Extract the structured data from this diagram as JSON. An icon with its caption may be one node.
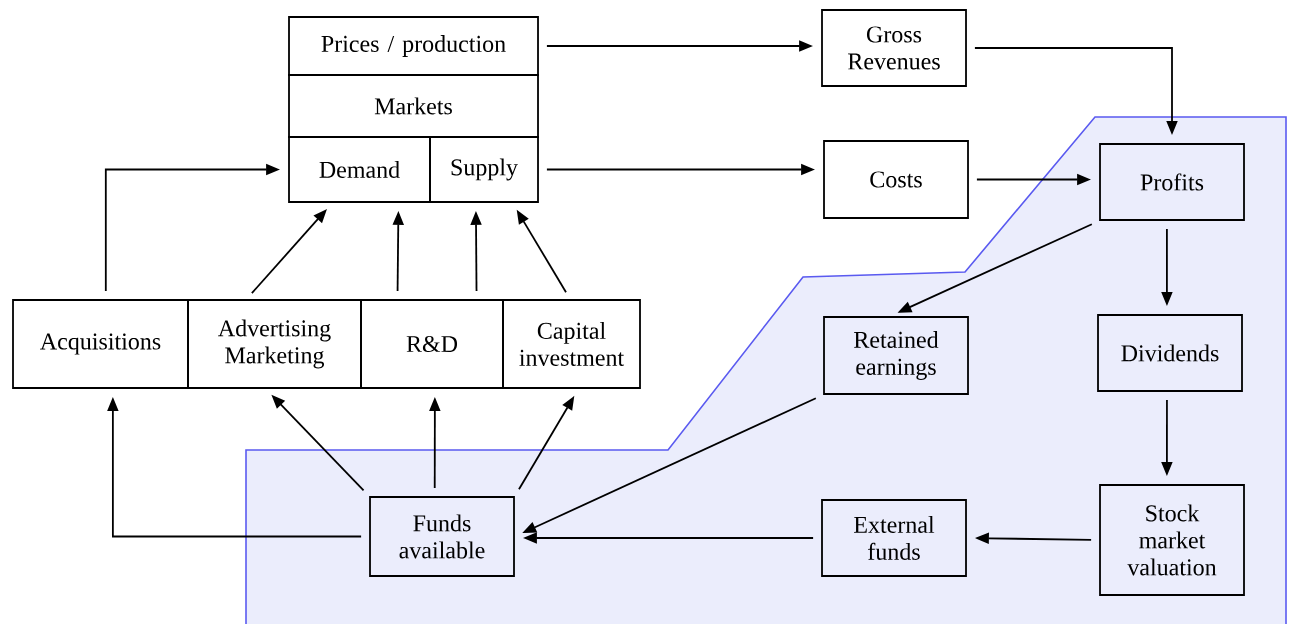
{
  "diagram": {
    "nodes": [
      {
        "text": [
          "Prices / production"
        ]
      },
      {
        "text": [
          "Markets"
        ]
      },
      {
        "text": [
          "Demand"
        ]
      },
      {
        "text": [
          "Supply"
        ]
      },
      {
        "text": [
          "Gross Revenues"
        ]
      },
      {
        "text": [
          "Costs"
        ]
      },
      {
        "text": [
          "Profits"
        ]
      },
      {
        "text": [
          "Acquisitions"
        ]
      },
      {
        "text": [
          "Advertising Marketing"
        ]
      },
      {
        "text": [
          "R&D"
        ]
      },
      {
        "text": [
          "Capital investment"
        ]
      },
      {
        "text": [
          "Retained earnings"
        ]
      },
      {
        "text": [
          "Dividends"
        ]
      },
      {
        "text": [
          "Funds available"
        ]
      },
      {
        "text": [
          "External funds"
        ]
      },
      {
        "text": [
          "Stock market valuation"
        ]
      }
    ],
    "edges": [
      {
        "from": 0,
        "to": 4,
        "arrow": "to"
      },
      {
        "from": 4,
        "to": 6,
        "arrow": "to"
      },
      {
        "from": 3,
        "to": 5,
        "arrow": "to"
      },
      {
        "from": 5,
        "to": 6,
        "arrow": "to"
      },
      {
        "from": 7,
        "to": 2,
        "arrow": "to"
      },
      {
        "from": 8,
        "to": 2,
        "arrow": "to"
      },
      {
        "from": 9,
        "to": 2,
        "arrow": "to"
      },
      {
        "from": 9,
        "to": 3,
        "arrow": "to"
      },
      {
        "from": 10,
        "to": 3,
        "arrow": "to"
      },
      {
        "from": 6,
        "to": 11,
        "arrow": "to"
      },
      {
        "from": 6,
        "to": 12,
        "arrow": "to"
      },
      {
        "from": 12,
        "to": 15,
        "arrow": "to"
      },
      {
        "from": 15,
        "to": 14,
        "arrow": "to"
      },
      {
        "from": 14,
        "to": 13,
        "arrow": "to"
      },
      {
        "from": 11,
        "to": 13,
        "arrow": "to"
      },
      {
        "from": 13,
        "to": 7,
        "arrow": "to"
      },
      {
        "from": 13,
        "to": 8,
        "arrow": "to"
      },
      {
        "from": 13,
        "to": 9,
        "arrow": "to"
      },
      {
        "from": 13,
        "to": 10,
        "arrow": "to"
      }
    ]
  }
}
